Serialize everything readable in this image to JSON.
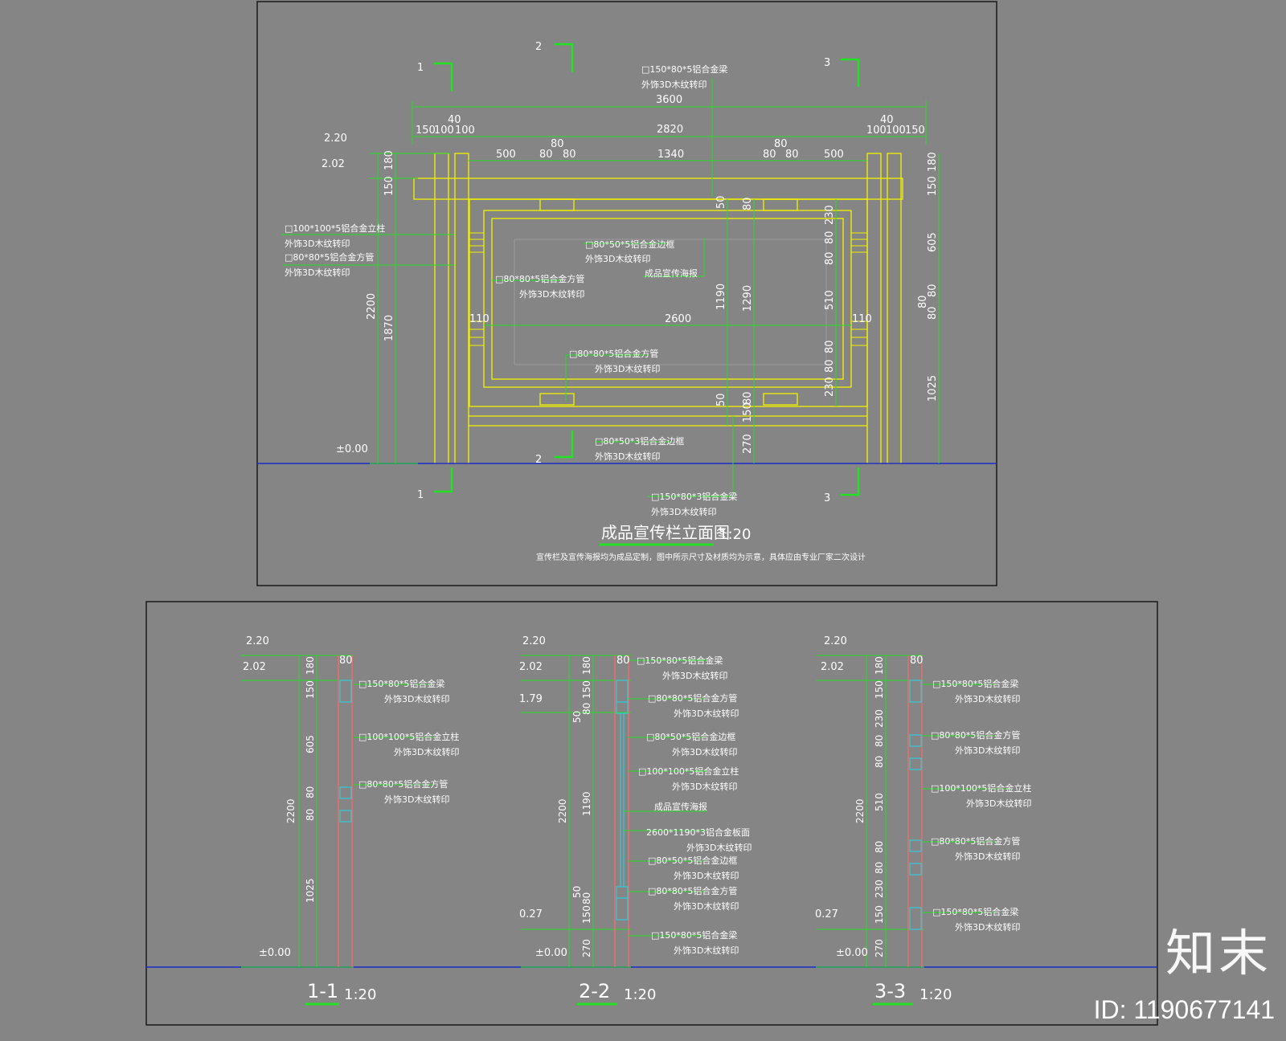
{
  "colors": {
    "background": "#858585",
    "line": "#f2f200",
    "dim": "#22e022",
    "text": "#ffffff",
    "ground": "#1a2cc8",
    "section": "#ff6a6a",
    "member": "#36c8d8"
  },
  "elevation": {
    "title": "成品宣传栏立面图",
    "scale": "1:20",
    "note": "宣传栏及宣传海报均为成品定制，图中所示尺寸及材质均为示意，具体应由专业厂家二次设计",
    "section_marks": {
      "m1": "1",
      "m2": "2",
      "m3": "3"
    },
    "levels": {
      "top": "2.20",
      "beam": "2.02",
      "ground": "±0.00"
    },
    "top_dims": {
      "total": "3600",
      "inner": "2820",
      "d40": "40",
      "d150": "150",
      "d100": "100",
      "d500": "500",
      "d80": "80",
      "d1340": "1340"
    },
    "mid_dims": {
      "d2600": "2600",
      "d110": "110",
      "d1190": "1190",
      "d1290": "1290",
      "d50": "50",
      "d80": "80",
      "d230": "230",
      "d510": "510"
    },
    "left_dims": {
      "d180": "180",
      "d150": "150",
      "d2200": "2200",
      "d1870": "1870"
    },
    "right_dims": {
      "d180": "180",
      "d150": "150",
      "d605": "605",
      "d80": "80",
      "d1025": "1025"
    },
    "bottom_dims": {
      "d150": "150",
      "d80": "80",
      "d270": "270"
    },
    "labels": {
      "beam_top": "□150*80*5铝合金梁",
      "beam_bottom": "□150*80*3铝合金梁",
      "column": "□100*100*5铝合金立柱",
      "tube": "□80*80*5铝合金方管",
      "frame_side": "□80*50*5铝合金边框",
      "frame_bottom": "□80*50*3铝合金边框",
      "poster": "成品宣传海报",
      "finish": "外饰3D木纹转印"
    }
  },
  "sections": {
    "s1": {
      "title": "1-1",
      "scale": "1:20"
    },
    "s2": {
      "title": "2-2",
      "scale": "1:20"
    },
    "s3": {
      "title": "3-3",
      "scale": "1:20"
    },
    "levels": {
      "top": "2.20",
      "beam": "2.02",
      "l179": "1.79",
      "l027": "0.27",
      "ground": "±0.00"
    },
    "dims": {
      "d80": "80",
      "d180": "180",
      "d150": "150",
      "d605": "605",
      "d2200": "2200",
      "d1025": "1025",
      "d50": "50",
      "d1190": "1190",
      "d270": "270",
      "d230": "230",
      "d510": "510"
    },
    "labels": {
      "beam": "□150*80*5铝合金梁",
      "column": "□100*100*5铝合金立柱",
      "tube": "□80*80*5铝合金方管",
      "frame": "□80*50*5铝合金边框",
      "panel": "2600*1190*3铝合金板面",
      "poster": "成品宣传海报",
      "finish": "外饰3D木纹转印"
    }
  },
  "brand": {
    "logo": "知末",
    "id": "ID: 1190677141"
  }
}
